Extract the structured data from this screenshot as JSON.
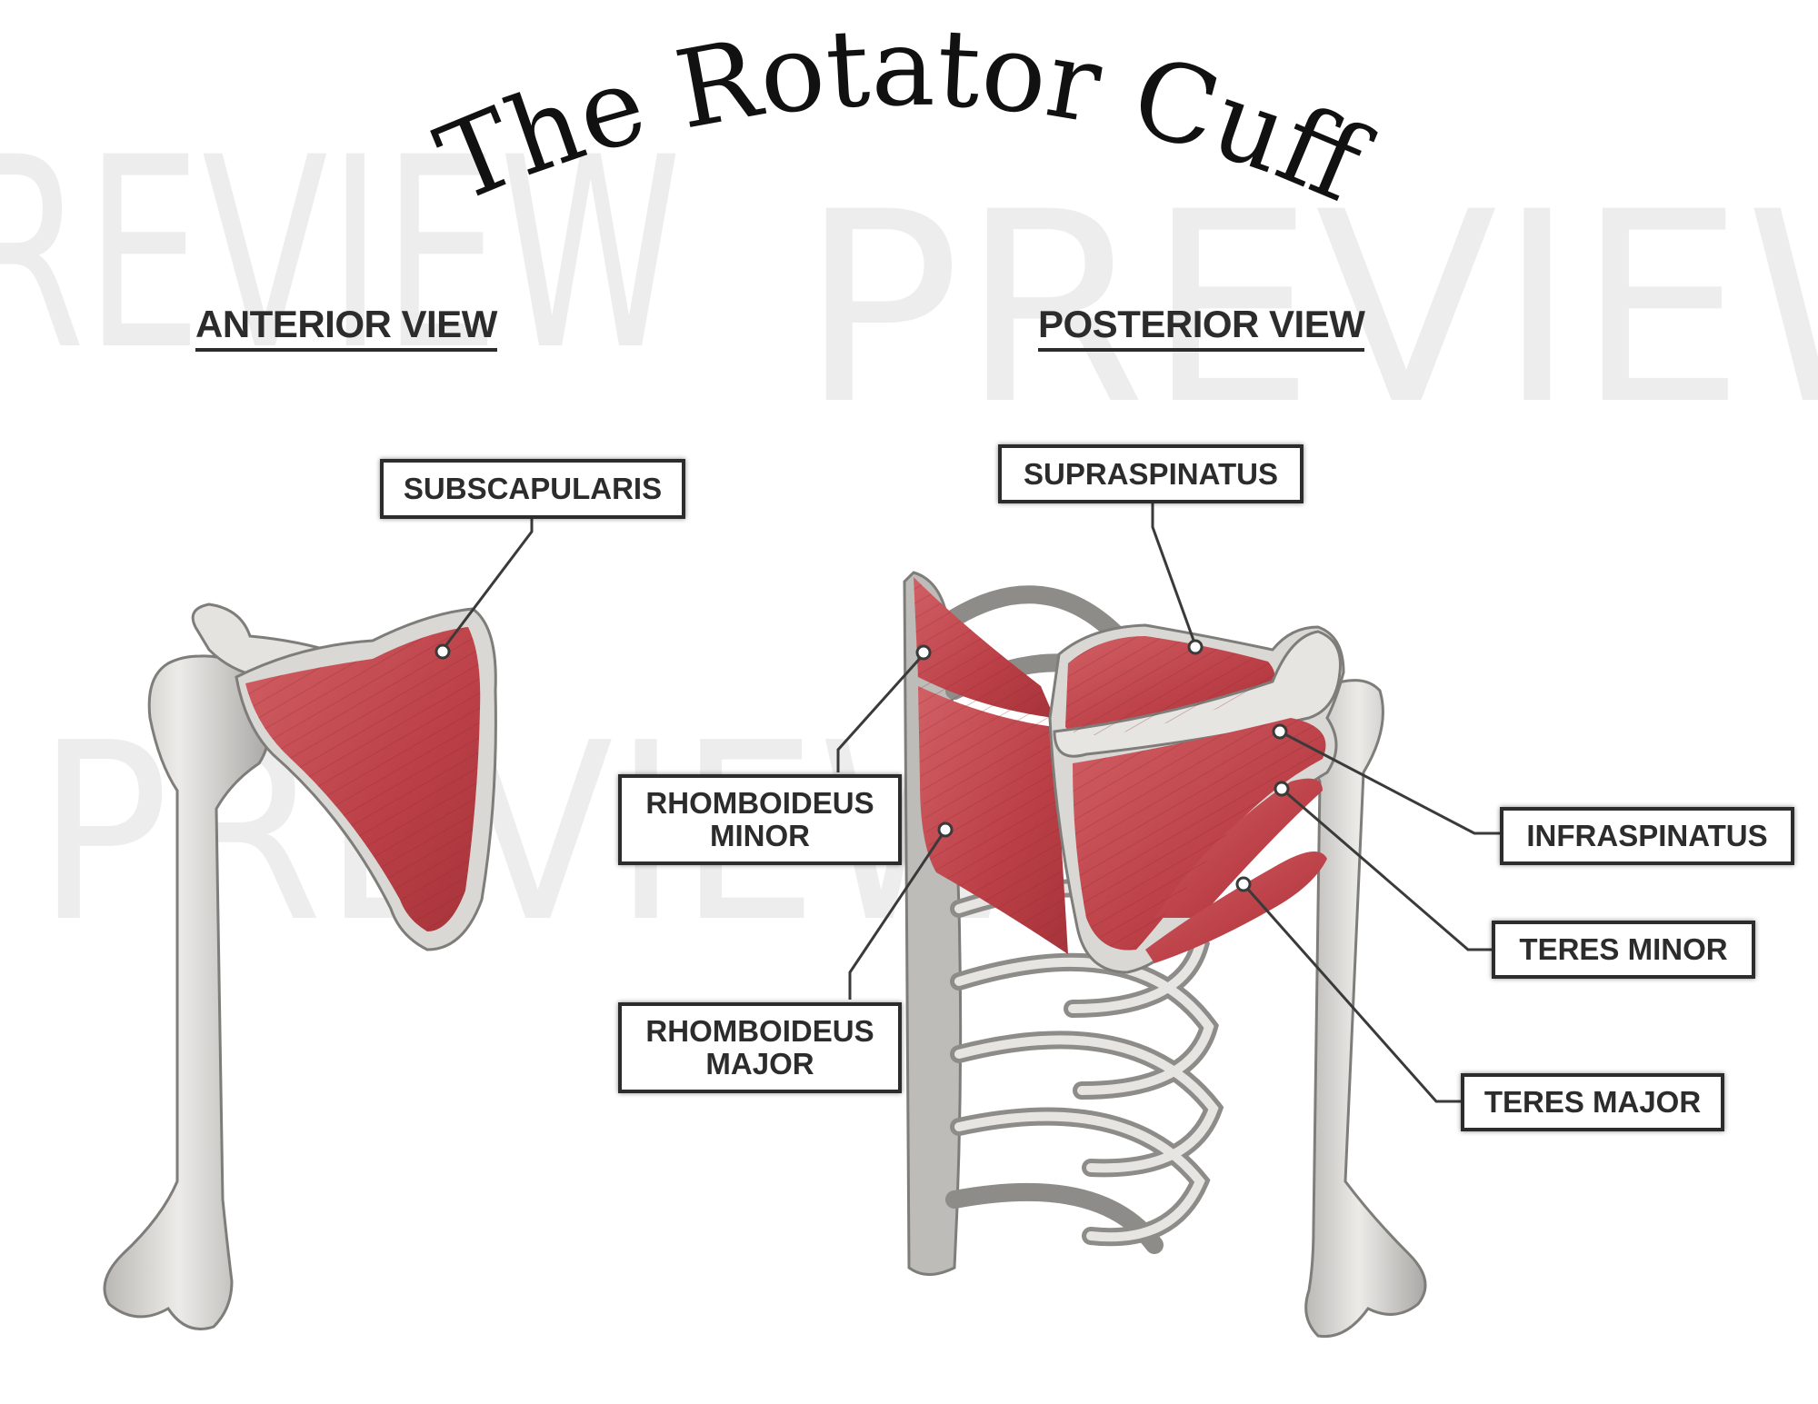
{
  "title": "The Rotator Cuff",
  "watermark": "PREVIEW",
  "views": {
    "anterior": {
      "heading": "ANTERIOR VIEW",
      "labels": {
        "subscapularis": "SUBSCAPULARIS"
      }
    },
    "posterior": {
      "heading": "POSTERIOR VIEW",
      "labels": {
        "supraspinatus": "SUPRASPINATUS",
        "rhomboideus_minor": "RHOMBOIDEUS\nMINOR",
        "rhomboideus_major": "RHOMBOIDEUS\nMAJOR",
        "infraspinatus": "INFRASPINATUS",
        "teres_minor": "TERES MINOR",
        "teres_major": "TERES MAJOR"
      }
    }
  },
  "colors": {
    "muscle": "#c0454b",
    "bone": "#e0dfdc",
    "label_border": "#2c2c2c",
    "watermark": "#ededed"
  }
}
